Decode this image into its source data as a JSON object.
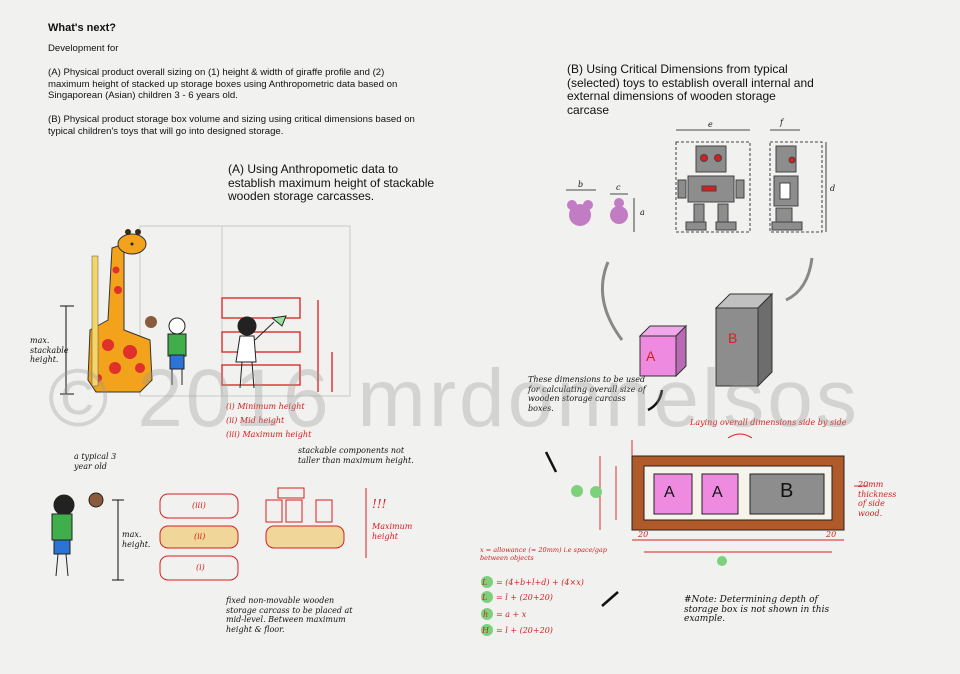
{
  "header": {
    "title": "What's next?",
    "intro": "Development for",
    "point_a": "(A) Physical product overall sizing on (1) height & width of giraffe profile and (2) maximum height of stacked up storage boxes using Anthropometric data based on Singaporean (Asian) children 3 - 6 years old.",
    "point_b": "(B) Physical product storage box volume and sizing using critical dimensions based on typical children's toys that will go into designed storage."
  },
  "section_a": {
    "caption": "(A) Using Anthropometic data to establish maximum height of stackable wooden storage carcasses.",
    "notes": {
      "max_stackable_height": "max. stackable height.",
      "levels": [
        "(i) Minimum height",
        "(ii) Mid height",
        "(iii) Maximum height"
      ],
      "level_marks": [
        "(i)",
        "(ii)",
        "(iii)"
      ],
      "typical_3yr_old": "a typical 3 year old",
      "max_height": "max. height.",
      "stackable_components": "stackable components not taller than maximum height.",
      "maximum_height_red": "Maximum height",
      "exclaim": "!!!",
      "fixed_carcass": "fixed non-movable wooden storage carcass to be placed at mid-level. Between maximum height & floor."
    }
  },
  "section_b": {
    "caption": "(B) Using Critical Dimensions from typical (selected) toys to establish overall internal and external dimensions of wooden storage carcase",
    "notes": {
      "dim_a": "a",
      "dim_b": "b",
      "dim_c": "c",
      "dim_d": "d",
      "dim_e": "e",
      "dim_f": "f",
      "box_a": "A",
      "box_b": "B",
      "these_dimensions": "These dimensions to be used for calculating overall size of wooden storage carcass boxes.",
      "laying_side_by_side": "Laying overall dimensions side by side",
      "thickness": "20mm thickness of side wood.",
      "allowance": "x = allowance (≈ 20mm) i.e space/gap between objects",
      "formulas": [
        "= (4+b+l+d) + (4×x)",
        "= l + (20+20)",
        "= a + x",
        "= l + (20+20)"
      ],
      "formula_keys": [
        "L",
        "L",
        "h",
        "H"
      ],
      "note_depth": "#Note: Determining depth of storage box is not shown in this example.",
      "dim_20": "20"
    }
  },
  "watermark": "© 2016 mrdonnelsos",
  "colors": {
    "red": "#d62020",
    "pink": "#ee8be0",
    "grey": "#8d8d8d",
    "wood": "#b05a2a",
    "giraffe": "#f3a21c",
    "green": "#7dd17d"
  }
}
